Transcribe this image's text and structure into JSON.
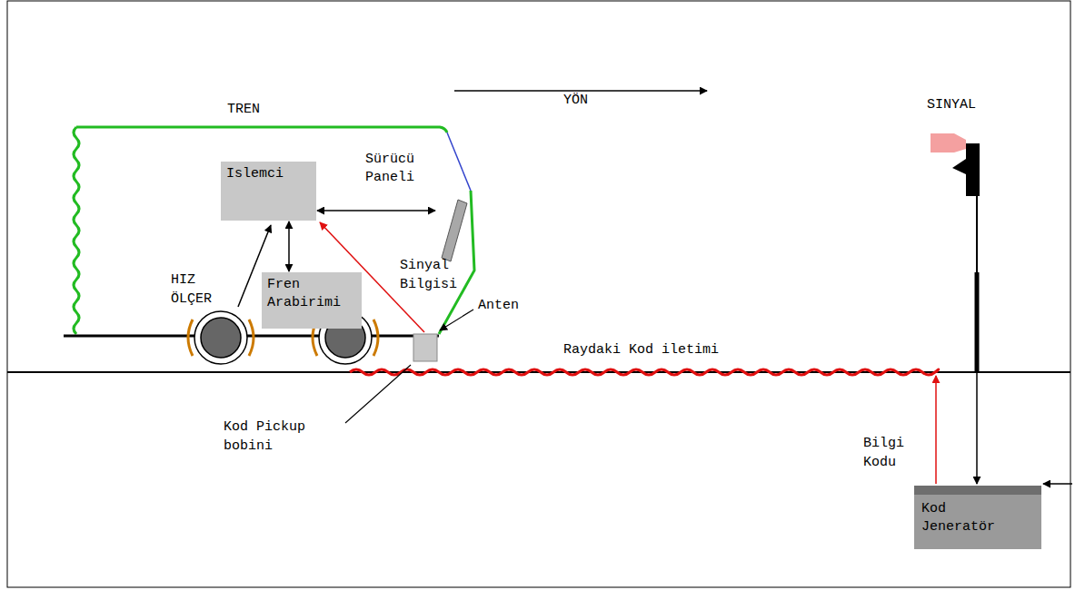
{
  "diagram": {
    "nodes": [
      {
        "text": [
          "Islemci"
        ]
      },
      {
        "text": [
          "Sürücü Paneli"
        ]
      },
      {
        "text": [
          "Fren Arabirimi"
        ]
      },
      {
        "text": [
          "Kod Jeneratör"
        ]
      }
    ],
    "edges": [
      {
        "from": 0,
        "to": 1,
        "arrow": "both"
      },
      {
        "from": 2,
        "to": 0,
        "arrow": "both"
      }
    ],
    "labels": [
      "YÖN",
      "TREN",
      "SINYAL",
      "HIZ ÖLÇER",
      "Sinyal Bilgisi",
      "Anten",
      "Raydaki Kod iletimi",
      "Kod Pickup bobini",
      "Bilgi Kodu"
    ]
  }
}
